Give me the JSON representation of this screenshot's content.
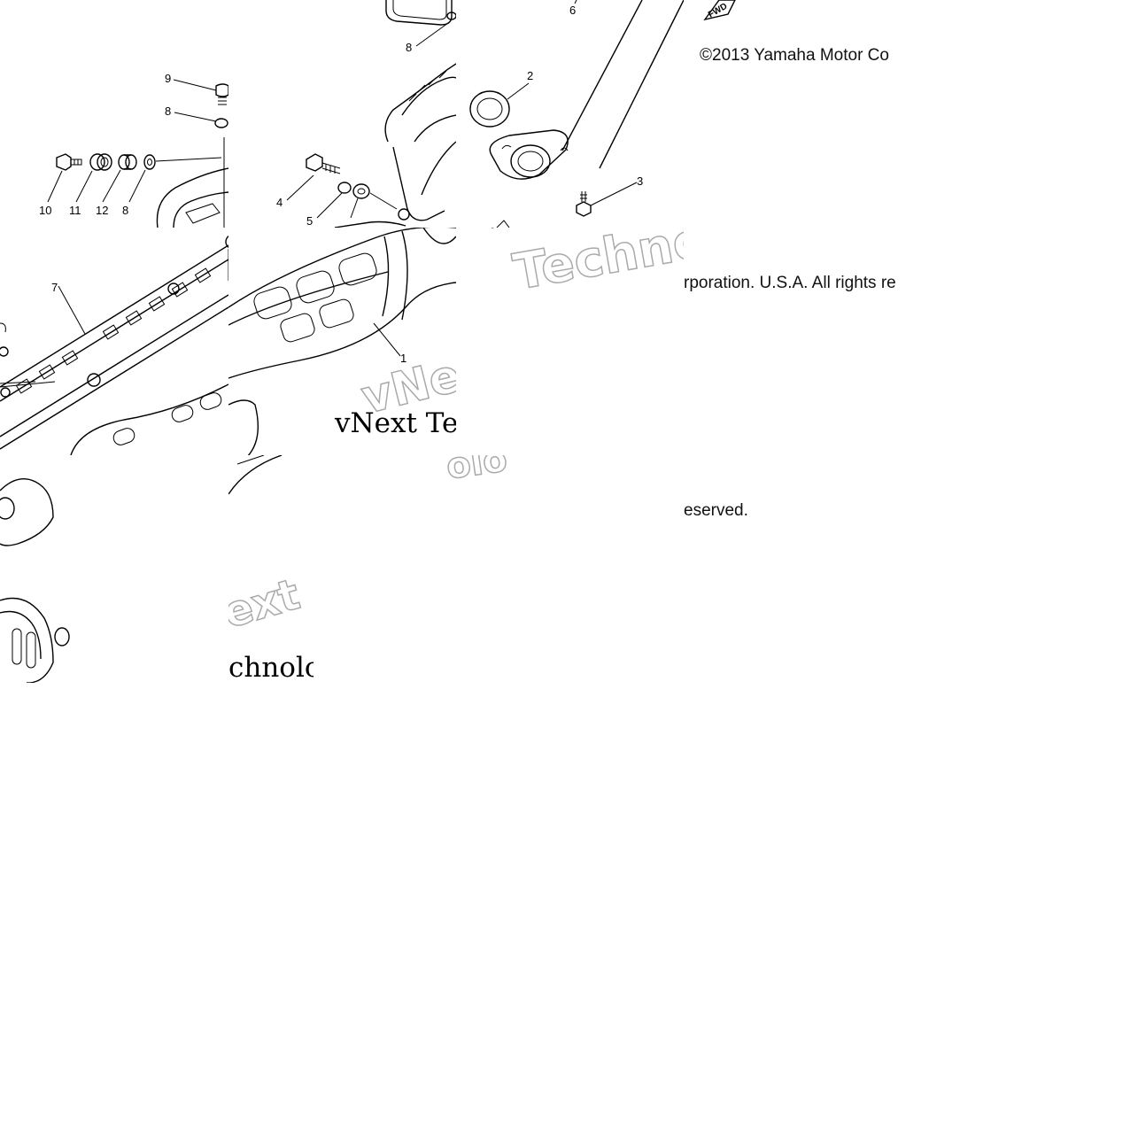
{
  "copyright": {
    "line1": "©2013 Yamaha Motor Co",
    "line2": "rporation. U.S.A. All rights re",
    "line3": "eserved."
  },
  "watermark": {
    "serif_a": "vNext Te",
    "serif_b": "chnolo",
    "outline_a": "Techno",
    "outline_b": "vNe",
    "outline_c": "ext",
    "outline_d": "olo"
  },
  "callouts": {
    "n1": "1",
    "n2": "2",
    "n3": "3",
    "n4": "4",
    "n5": "5",
    "n6": "6",
    "n7": "7",
    "n8a": "8",
    "n8b": "8",
    "n8c": "8",
    "n9": "9",
    "n10": "10",
    "n11": "11",
    "n12": "12"
  },
  "direction_badge": "FWD"
}
